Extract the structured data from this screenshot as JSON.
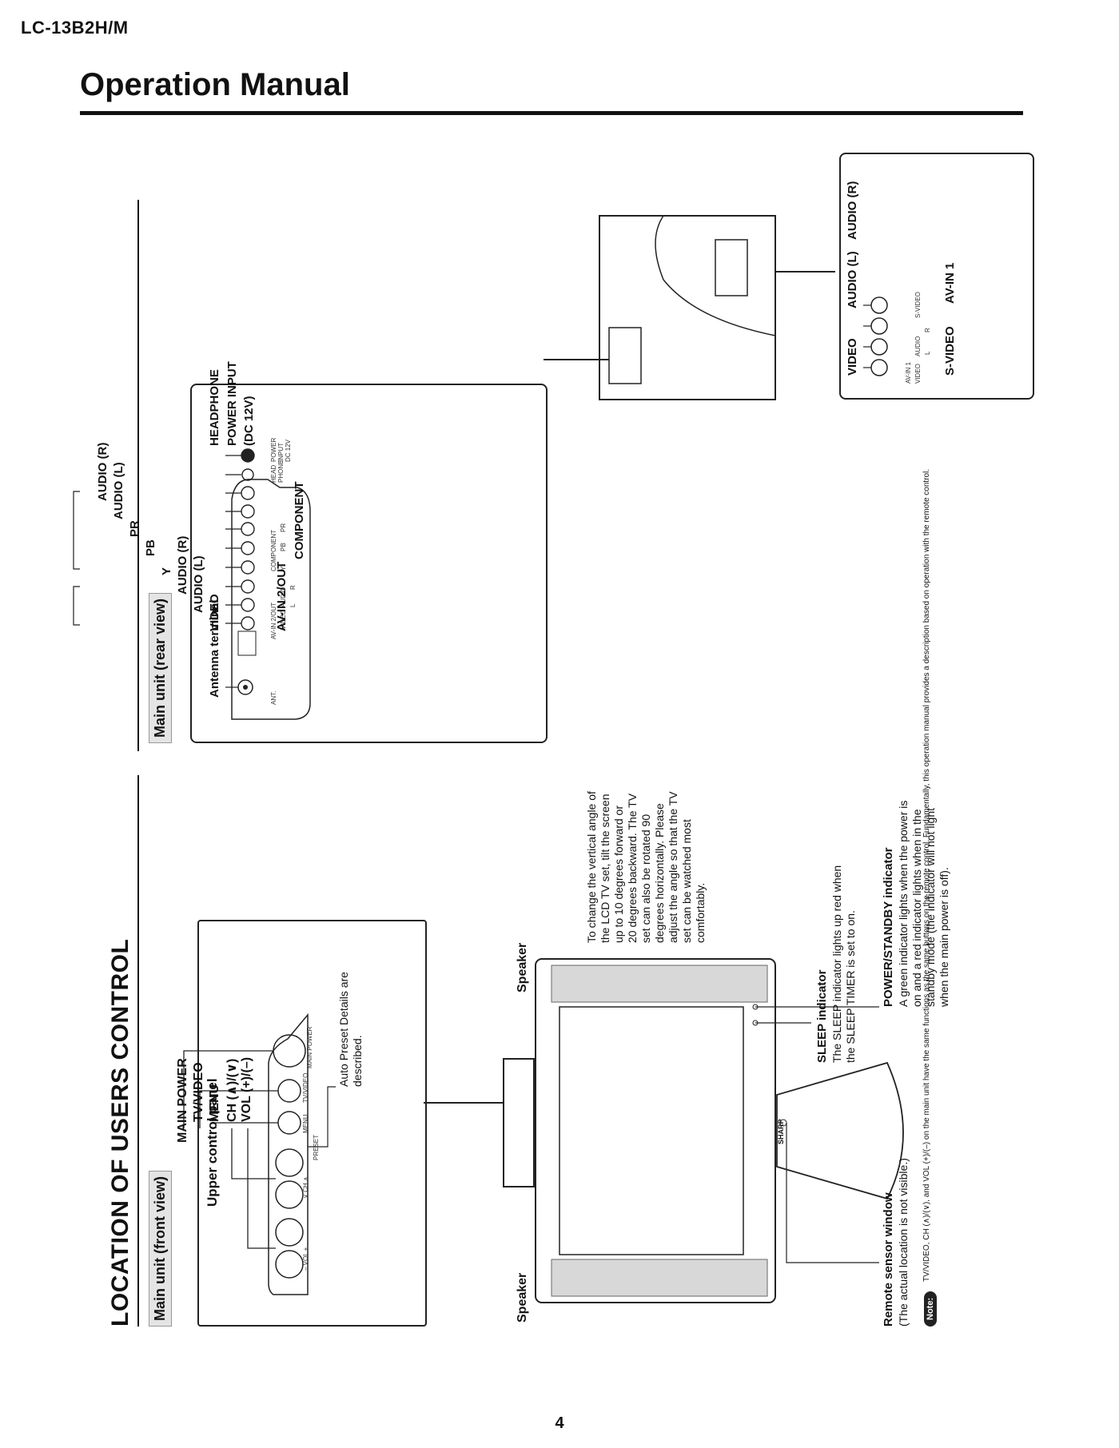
{
  "header": {
    "model": "LC-13B2H/M",
    "title": "Operation Manual"
  },
  "page_number": "4",
  "section": {
    "title": "LOCATION OF USERS CONTROL"
  },
  "front_view": {
    "heading": "Main unit (front view)",
    "upper_panel": {
      "heading": "Upper control panel",
      "callouts": [
        "VOL (+)/(–)",
        "CH (∧)/(∨)",
        "MENU",
        "TV/VIDEO",
        "MAIN POWER"
      ],
      "panel_labels": {
        "vol": "– VOL +",
        "ch": "∨ CH ∧",
        "menu": "MENU",
        "tvvideo": "TV/VIDEO",
        "main_power": "MAIN POWER",
        "preset": "PRESET"
      },
      "auto_preset": "Auto Preset Details are described."
    },
    "speaker_left": "Speaker",
    "speaker_right": "Speaker",
    "brand": "SHARP",
    "tilt_text": "To change the vertical angle of the LCD TV set, tilt the screen up to 10 degrees forward or 20 degrees backward. The TV set can also be rotated 90 degrees horizontally. Please adjust the angle so that the TV set can be watched most comfortably.",
    "sleep": {
      "title": "SLEEP indicator",
      "text": "The SLEEP indicator lights up red when the SLEEP TIMER is set to on."
    },
    "power_standby": {
      "title": "POWER/STANDBY indicator",
      "text": "A green indicator lights when the power is on and a red indicator lights when in the standby mode (the indicator will not light when the main power is off)."
    },
    "remote_sensor": {
      "title": "Remote sensor window",
      "text": "(The actual location is not visible.)"
    }
  },
  "note": {
    "label": "Note:",
    "text": "TV/VIDEO, CH (∧)/(∨), and VOL (+)/(–) on the main unit have the same functions as the same buttons on the remote control. Fundamentally, this operation manual provides a description based on operation with the remote control."
  },
  "rear_view": {
    "heading": "Main unit (rear view)",
    "antenna": "Antenna terminal",
    "terminals": [
      "VIDEO",
      "AUDIO (L)",
      "AUDIO (R)",
      "Y",
      "PB",
      "PR",
      "AUDIO (L)",
      "AUDIO (R)",
      "HEADPHONE",
      "POWER INPUT"
    ],
    "power_sub": "(DC 12V)",
    "group_av2": "AV-IN 2/OUT",
    "group_component": "COMPONENT",
    "panel_small": {
      "ant": "ANT.",
      "av2": "AV-IN 2/OUT",
      "video": "VIDEO",
      "audio": "AUDIO",
      "l": "L",
      "r": "R",
      "component": "COMPONENT",
      "y": "Y",
      "pb": "PB",
      "pr": "PR",
      "head": "HEAD PHONE",
      "power": "POWER INPUT DC 12V"
    },
    "av1": {
      "items": [
        "VIDEO",
        "AUDIO (L)",
        "AUDIO (R)",
        "S-VIDEO"
      ],
      "group": "AV-IN 1",
      "panel_small": {
        "av1": "AV-IN 1",
        "video": "VIDEO",
        "audio": "AUDIO",
        "l": "L",
        "r": "R",
        "svideo": "S-VIDEO"
      }
    }
  }
}
